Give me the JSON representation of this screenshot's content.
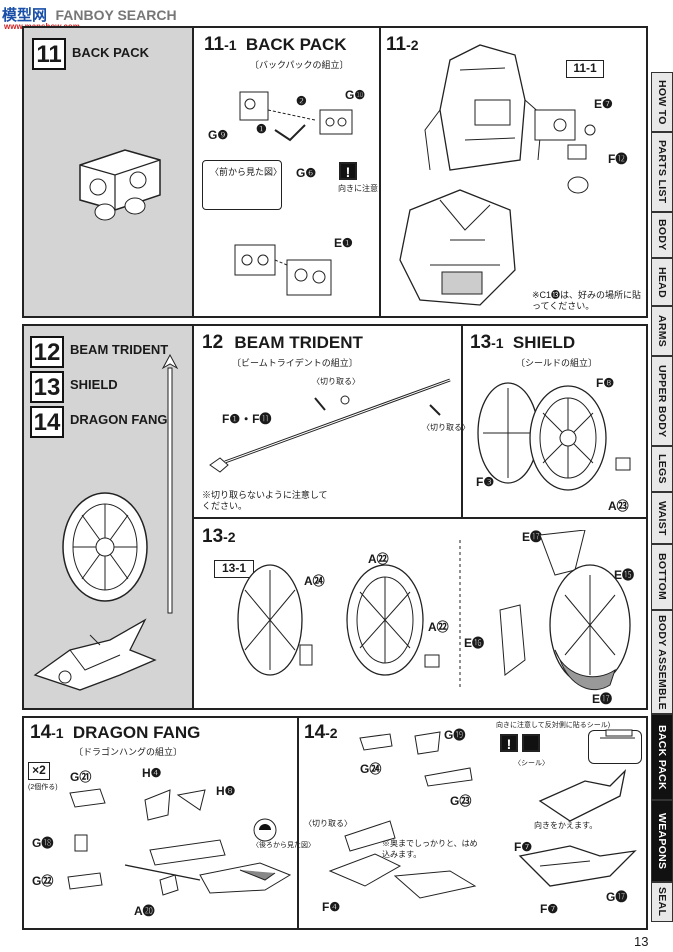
{
  "watermark": {
    "brand": "模型网",
    "search": "FANBOY SEARCH",
    "url": "www.manshow.com"
  },
  "sections": {
    "s11": {
      "num": "11",
      "label": "BACK PACK"
    },
    "s12": {
      "num": "12",
      "label": "BEAM TRIDENT"
    },
    "s13": {
      "num": "13",
      "label": "SHIELD"
    },
    "s14": {
      "num": "14",
      "label": "DRAGON FANG"
    }
  },
  "steps": {
    "s11_1": {
      "num": "11",
      "sub": "-1",
      "title": "BACK PACK",
      "jp": "〔バックパックの組立〕",
      "parts": [
        "G❿",
        "G❾",
        "G❻",
        "E❶"
      ],
      "arrows": [
        "❶",
        "❷"
      ],
      "view_note": "〈前から見た図〉",
      "warn": "向きに注意"
    },
    "s11_2": {
      "num": "11",
      "sub": "-2",
      "ref": "11-1",
      "parts": [
        "E❼",
        "F⓬"
      ],
      "note": "※C1⓭は、好みの場所に貼ってください。"
    },
    "s12": {
      "num": "12",
      "title": "BEAM TRIDENT",
      "jp": "〔ビームトライデントの組立〕",
      "parts": [
        "F❶・F⓫"
      ],
      "cut1": "〈切り取る〉",
      "cut2": "〈切り取る〉",
      "note": "※切り取らないように注意してください。"
    },
    "s13_1": {
      "num": "13",
      "sub": "-1",
      "title": "SHIELD",
      "jp": "〔シールドの組立〕",
      "parts": [
        "F❽",
        "F❸",
        "A㉓"
      ]
    },
    "s13_2": {
      "num": "13",
      "sub": "-2",
      "ref": "13-1",
      "parts": [
        "A㉔",
        "A㉒",
        "A㉒",
        "E⓱",
        "E⓯",
        "E⓰",
        "E⓱"
      ]
    },
    "s14_1": {
      "num": "14",
      "sub": "-1",
      "title": "DRAGON FANG",
      "jp": "〔ドラゴンハングの組立〕",
      "x2": "×2",
      "x2note": "(2個作る)",
      "parts": [
        "G㉑",
        "H❹",
        "H❽",
        "G⓲",
        "G㉒",
        "A⓴"
      ],
      "view": "〈後ろから見た図〉"
    },
    "s14_2": {
      "num": "14",
      "sub": "-2",
      "parts": [
        "G⓳",
        "G㉔",
        "G㉓",
        "F❹",
        "F❼",
        "G⓱",
        "F❼"
      ],
      "cut": "〈切り取る〉",
      "note": "※奥までしっかりと、はめ込みます。",
      "seal_note": "向きに注意して反対側に貼るシール)",
      "seal_label": "〈シール〉",
      "orient": "向きをかえます。"
    }
  },
  "side_tabs": [
    "HOW TO",
    "PARTS LIST",
    "BODY",
    "HEAD",
    "ARMS",
    "UPPER BODY",
    "LEGS",
    "WAIST",
    "BOTTOM",
    "BODY ASSEMBLE",
    "BACK PACK",
    "WEAPONS",
    "SEAL"
  ],
  "active_tabs": [
    "BACK PACK",
    "WEAPONS"
  ],
  "page_number": "13"
}
